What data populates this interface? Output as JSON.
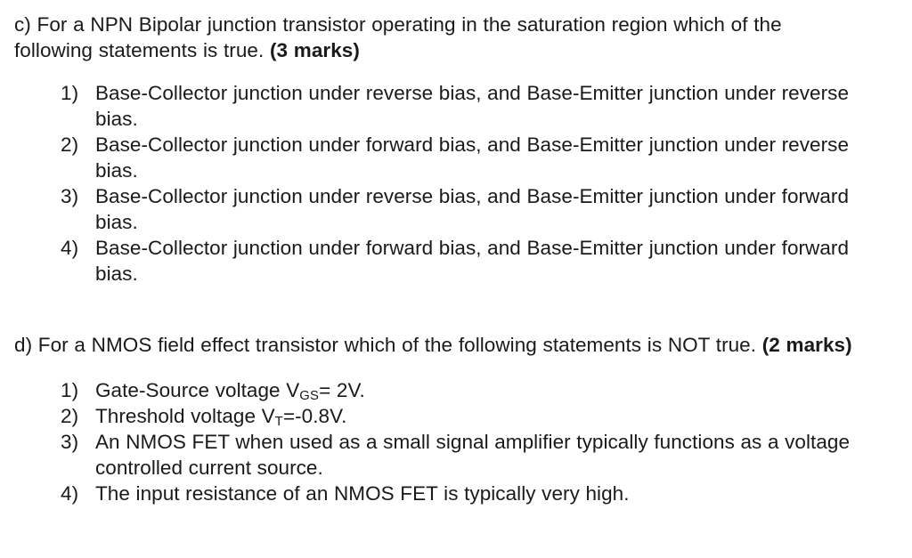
{
  "document": {
    "background_color": "#ffffff",
    "text_color": "#1a1a1a"
  },
  "questions": [
    {
      "id": "c",
      "stem_text": "c) For a NPN Bipolar junction transistor operating in the saturation region which of the following statements is true. ",
      "marks_label": "(3 marks)",
      "options": [
        {
          "number": "1)",
          "text": "Base-Collector junction under reverse bias, and Base-Emitter junction under reverse bias."
        },
        {
          "number": "2)",
          "text": "Base-Collector junction under forward bias, and Base-Emitter junction under reverse bias."
        },
        {
          "number": "3)",
          "text": "Base-Collector junction under reverse bias, and Base-Emitter junction under forward bias."
        },
        {
          "number": "4)",
          "text": "Base-Collector junction under forward bias, and Base-Emitter junction under forward bias."
        }
      ]
    },
    {
      "id": "d",
      "stem_text": "d) For a NMOS field effect transistor which of the following statements is NOT true. ",
      "marks_label": "(2 marks)",
      "options": [
        {
          "number": "1)",
          "text_before_sub": "Gate-Source voltage V",
          "subscript": "GS",
          "text_after_sub": "= 2V.",
          "full_text": "Gate-Source voltage VGS= 2V."
        },
        {
          "number": "2)",
          "text_before_sub": "Threshold voltage V",
          "subscript": "T",
          "text_after_sub": "=-0.8V.",
          "full_text": "Threshold voltage VT=-0.8V."
        },
        {
          "number": "3)",
          "text": "An NMOS FET when used as a small signal amplifier typically functions as a voltage controlled current source."
        },
        {
          "number": "4)",
          "text": "The input resistance of an NMOS FET is typically very high."
        }
      ]
    }
  ]
}
